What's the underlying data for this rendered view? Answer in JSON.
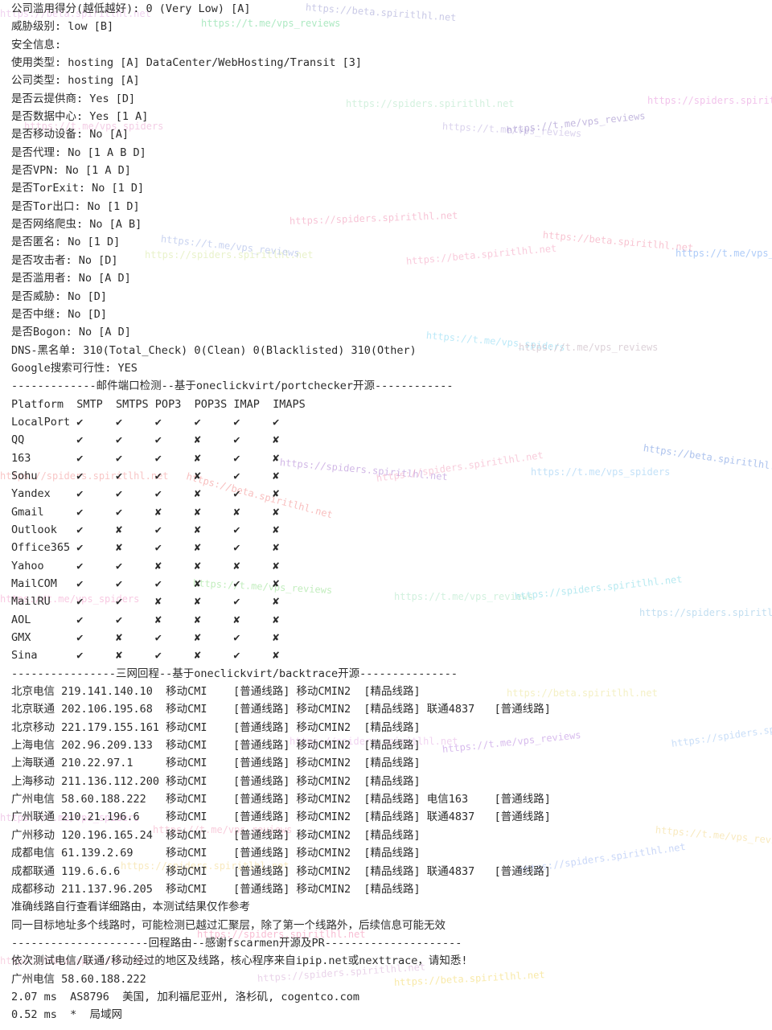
{
  "terminal": {
    "lines": [
      "公司滥用得分(越低越好): 0 (Very Low) [A]",
      "威胁级别: low [B]",
      "安全信息:",
      "使用类型: hosting [A] DataCenter/WebHosting/Transit [3]",
      "公司类型: hosting [A]",
      "是否云提供商: Yes [D]",
      "是否数据中心: Yes [1 A]",
      "是否移动设备: No [A]",
      "是否代理: No [1 A B D]",
      "是否VPN: No [1 A D]",
      "是否TorExit: No [1 D]",
      "是否Tor出口: No [1 D]",
      "是否网络爬虫: No [A B]",
      "是否匿名: No [1 D]",
      "是否攻击者: No [D]",
      "是否滥用者: No [A D]",
      "是否威胁: No [D]",
      "是否中继: No [D]",
      "是否Bogon: No [A D]",
      "DNS-黑名单: 310(Total_Check) 0(Clean) 0(Blacklisted) 310(Other)",
      "Google搜索可行性: YES",
      "-------------邮件端口检测--基于oneclickvirt/portchecker开源------------",
      "Platform  SMTP  SMTPS POP3  POP3S IMAP  IMAPS",
      "LocalPort ✔     ✔     ✔     ✔     ✔     ✔",
      "QQ        ✔     ✔     ✔     ✘     ✔     ✘",
      "163       ✔     ✔     ✔     ✘     ✔     ✘",
      "Sohu      ✔     ✔     ✔     ✘     ✔     ✘",
      "Yandex    ✔     ✔     ✔     ✘     ✔     ✘",
      "Gmail     ✔     ✔     ✘     ✘     ✘     ✘",
      "Outlook   ✔     ✘     ✔     ✘     ✔     ✘",
      "Office365 ✔     ✘     ✔     ✘     ✔     ✘",
      "Yahoo     ✔     ✔     ✘     ✘     ✘     ✘",
      "MailCOM   ✔     ✔     ✔     ✘     ✔     ✘",
      "MailRU    ✔     ✔     ✘     ✘     ✔     ✘",
      "AOL       ✔     ✔     ✘     ✘     ✘     ✘",
      "GMX       ✔     ✘     ✔     ✘     ✔     ✘",
      "Sina      ✔     ✘     ✔     ✘     ✔     ✘",
      "----------------三网回程--基于oneclickvirt/backtrace开源---------------",
      "北京电信 219.141.140.10  移动CMI    [普通线路] 移动CMIN2  [精品线路]",
      "北京联通 202.106.195.68  移动CMI    [普通线路] 移动CMIN2  [精品线路] 联通4837   [普通线路]",
      "北京移动 221.179.155.161 移动CMI    [普通线路] 移动CMIN2  [精品线路]",
      "上海电信 202.96.209.133  移动CMI    [普通线路] 移动CMIN2  [精品线路]",
      "上海联通 210.22.97.1     移动CMI    [普通线路] 移动CMIN2  [精品线路]",
      "上海移动 211.136.112.200 移动CMI    [普通线路] 移动CMIN2  [精品线路]",
      "广州电信 58.60.188.222   移动CMI    [普通线路] 移动CMIN2  [精品线路] 电信163    [普通线路]",
      "广州联通 210.21.196.6    移动CMI    [普通线路] 移动CMIN2  [精品线路] 联通4837   [普通线路]",
      "广州移动 120.196.165.24  移动CMI    [普通线路] 移动CMIN2  [精品线路]",
      "成都电信 61.139.2.69     移动CMI    [普通线路] 移动CMIN2  [精品线路]",
      "成都联通 119.6.6.6       移动CMI    [普通线路] 移动CMIN2  [精品线路] 联通4837   [普通线路]",
      "成都移动 211.137.96.205  移动CMI    [普通线路] 移动CMIN2  [精品线路]",
      "准确线路自行查看详细路由，本测试结果仅作参考",
      "同一目标地址多个线路时，可能检测已越过汇聚层，除了第一个线路外，后续信息可能无效",
      "---------------------回程路由--感谢fscarmen开源及PR---------------------",
      "依次测试电信/联通/移动经过的地区及线路，核心程序来自ipip.net或nexttrace，请知悉!",
      "广州电信 58.60.188.222",
      "2.07 ms  AS8796  美国, 加利福尼亚州, 洛杉矶, cogentco.com",
      "0.52 ms  *  局域网"
    ]
  },
  "watermarks": {
    "beta": "https://beta.spiritlhl.net",
    "vps_reviews": "https://t.me/vps_reviews",
    "spiders": "https://spiders.spiritlhl.net",
    "vps_spiders": "https://t.me/vps_spiders"
  }
}
